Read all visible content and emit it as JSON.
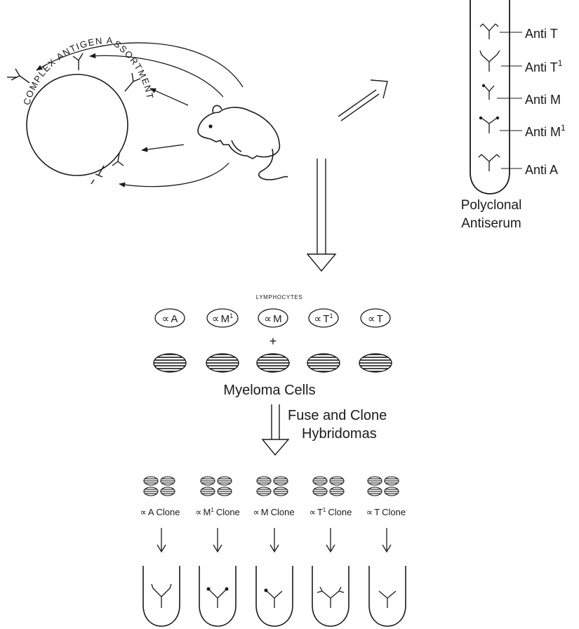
{
  "antigen_ring": {
    "label": "COMPLEX ANTIGEN ASSORTMENT"
  },
  "polyclonal_tube": {
    "antibodies": [
      {
        "label": "Anti T",
        "sup": ""
      },
      {
        "label": "Anti T",
        "sup": "1"
      },
      {
        "label": "Anti M",
        "sup": ""
      },
      {
        "label": "Anti M",
        "sup": "1"
      },
      {
        "label": "Anti A",
        "sup": ""
      }
    ],
    "caption_line1": "Polyclonal",
    "caption_line2": "Antiserum"
  },
  "lymphocytes": {
    "label": "LYMPHOCYTES",
    "cells": [
      {
        "symbol": "∝",
        "letter": "A",
        "sup": ""
      },
      {
        "symbol": "∝",
        "letter": "M",
        "sup": "1"
      },
      {
        "symbol": "∝",
        "letter": "M",
        "sup": ""
      },
      {
        "symbol": "∝",
        "letter": "T",
        "sup": "1"
      },
      {
        "symbol": "∝",
        "letter": "T",
        "sup": ""
      }
    ]
  },
  "plus_sign": "+",
  "myeloma": {
    "label": "Myeloma Cells"
  },
  "fuse_step": {
    "line1": "Fuse and Clone",
    "line2": "Hybridomas"
  },
  "clones": [
    {
      "symbol": "∝",
      "letter": "A",
      "sup": "",
      "suffix": "Clone"
    },
    {
      "symbol": "∝",
      "letter": "M",
      "sup": "1",
      "suffix": "Clone"
    },
    {
      "symbol": "∝",
      "letter": "M",
      "sup": "",
      "suffix": "Clone"
    },
    {
      "symbol": "∝",
      "letter": "T",
      "sup": "1",
      "suffix": "Clone"
    },
    {
      "symbol": "∝",
      "letter": "T",
      "sup": "",
      "suffix": "Clone"
    }
  ]
}
